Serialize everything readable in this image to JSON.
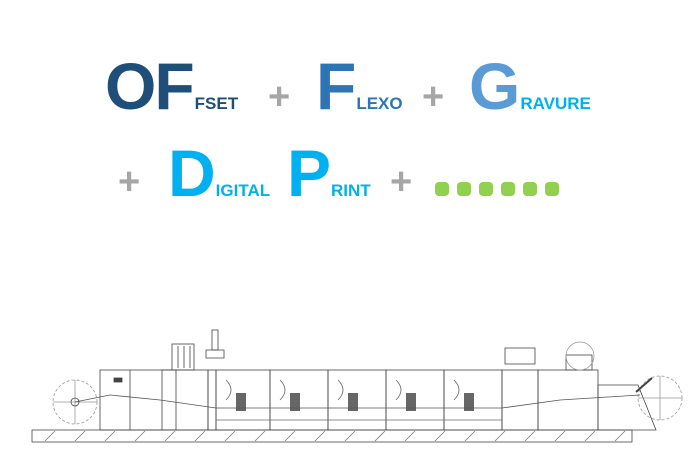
{
  "colors": {
    "offset": "#1f4e79",
    "flexo": "#2e75b6",
    "gravure": "#5b9bd5",
    "gravure_small": "#00b0f0",
    "digital": "#00b0f0",
    "plus": "#a6a6a6",
    "dots": "#92d050"
  },
  "line1": {
    "offset": {
      "initial": "OF",
      "rest": "FSET"
    },
    "plus1": "+",
    "flexo": {
      "initial": "F",
      "rest": "LEXO"
    },
    "plus2": "+",
    "gravure": {
      "initial": "G",
      "rest": "RAVURE"
    }
  },
  "line2": {
    "plus1": "+",
    "digital": {
      "initial": "D",
      "rest": "IGITAL"
    },
    "print": {
      "initial": "P",
      "rest": "RINT"
    },
    "plus2": "+",
    "dot_count": 6
  },
  "illustration": {
    "name": "printing-press-line-drawing"
  }
}
